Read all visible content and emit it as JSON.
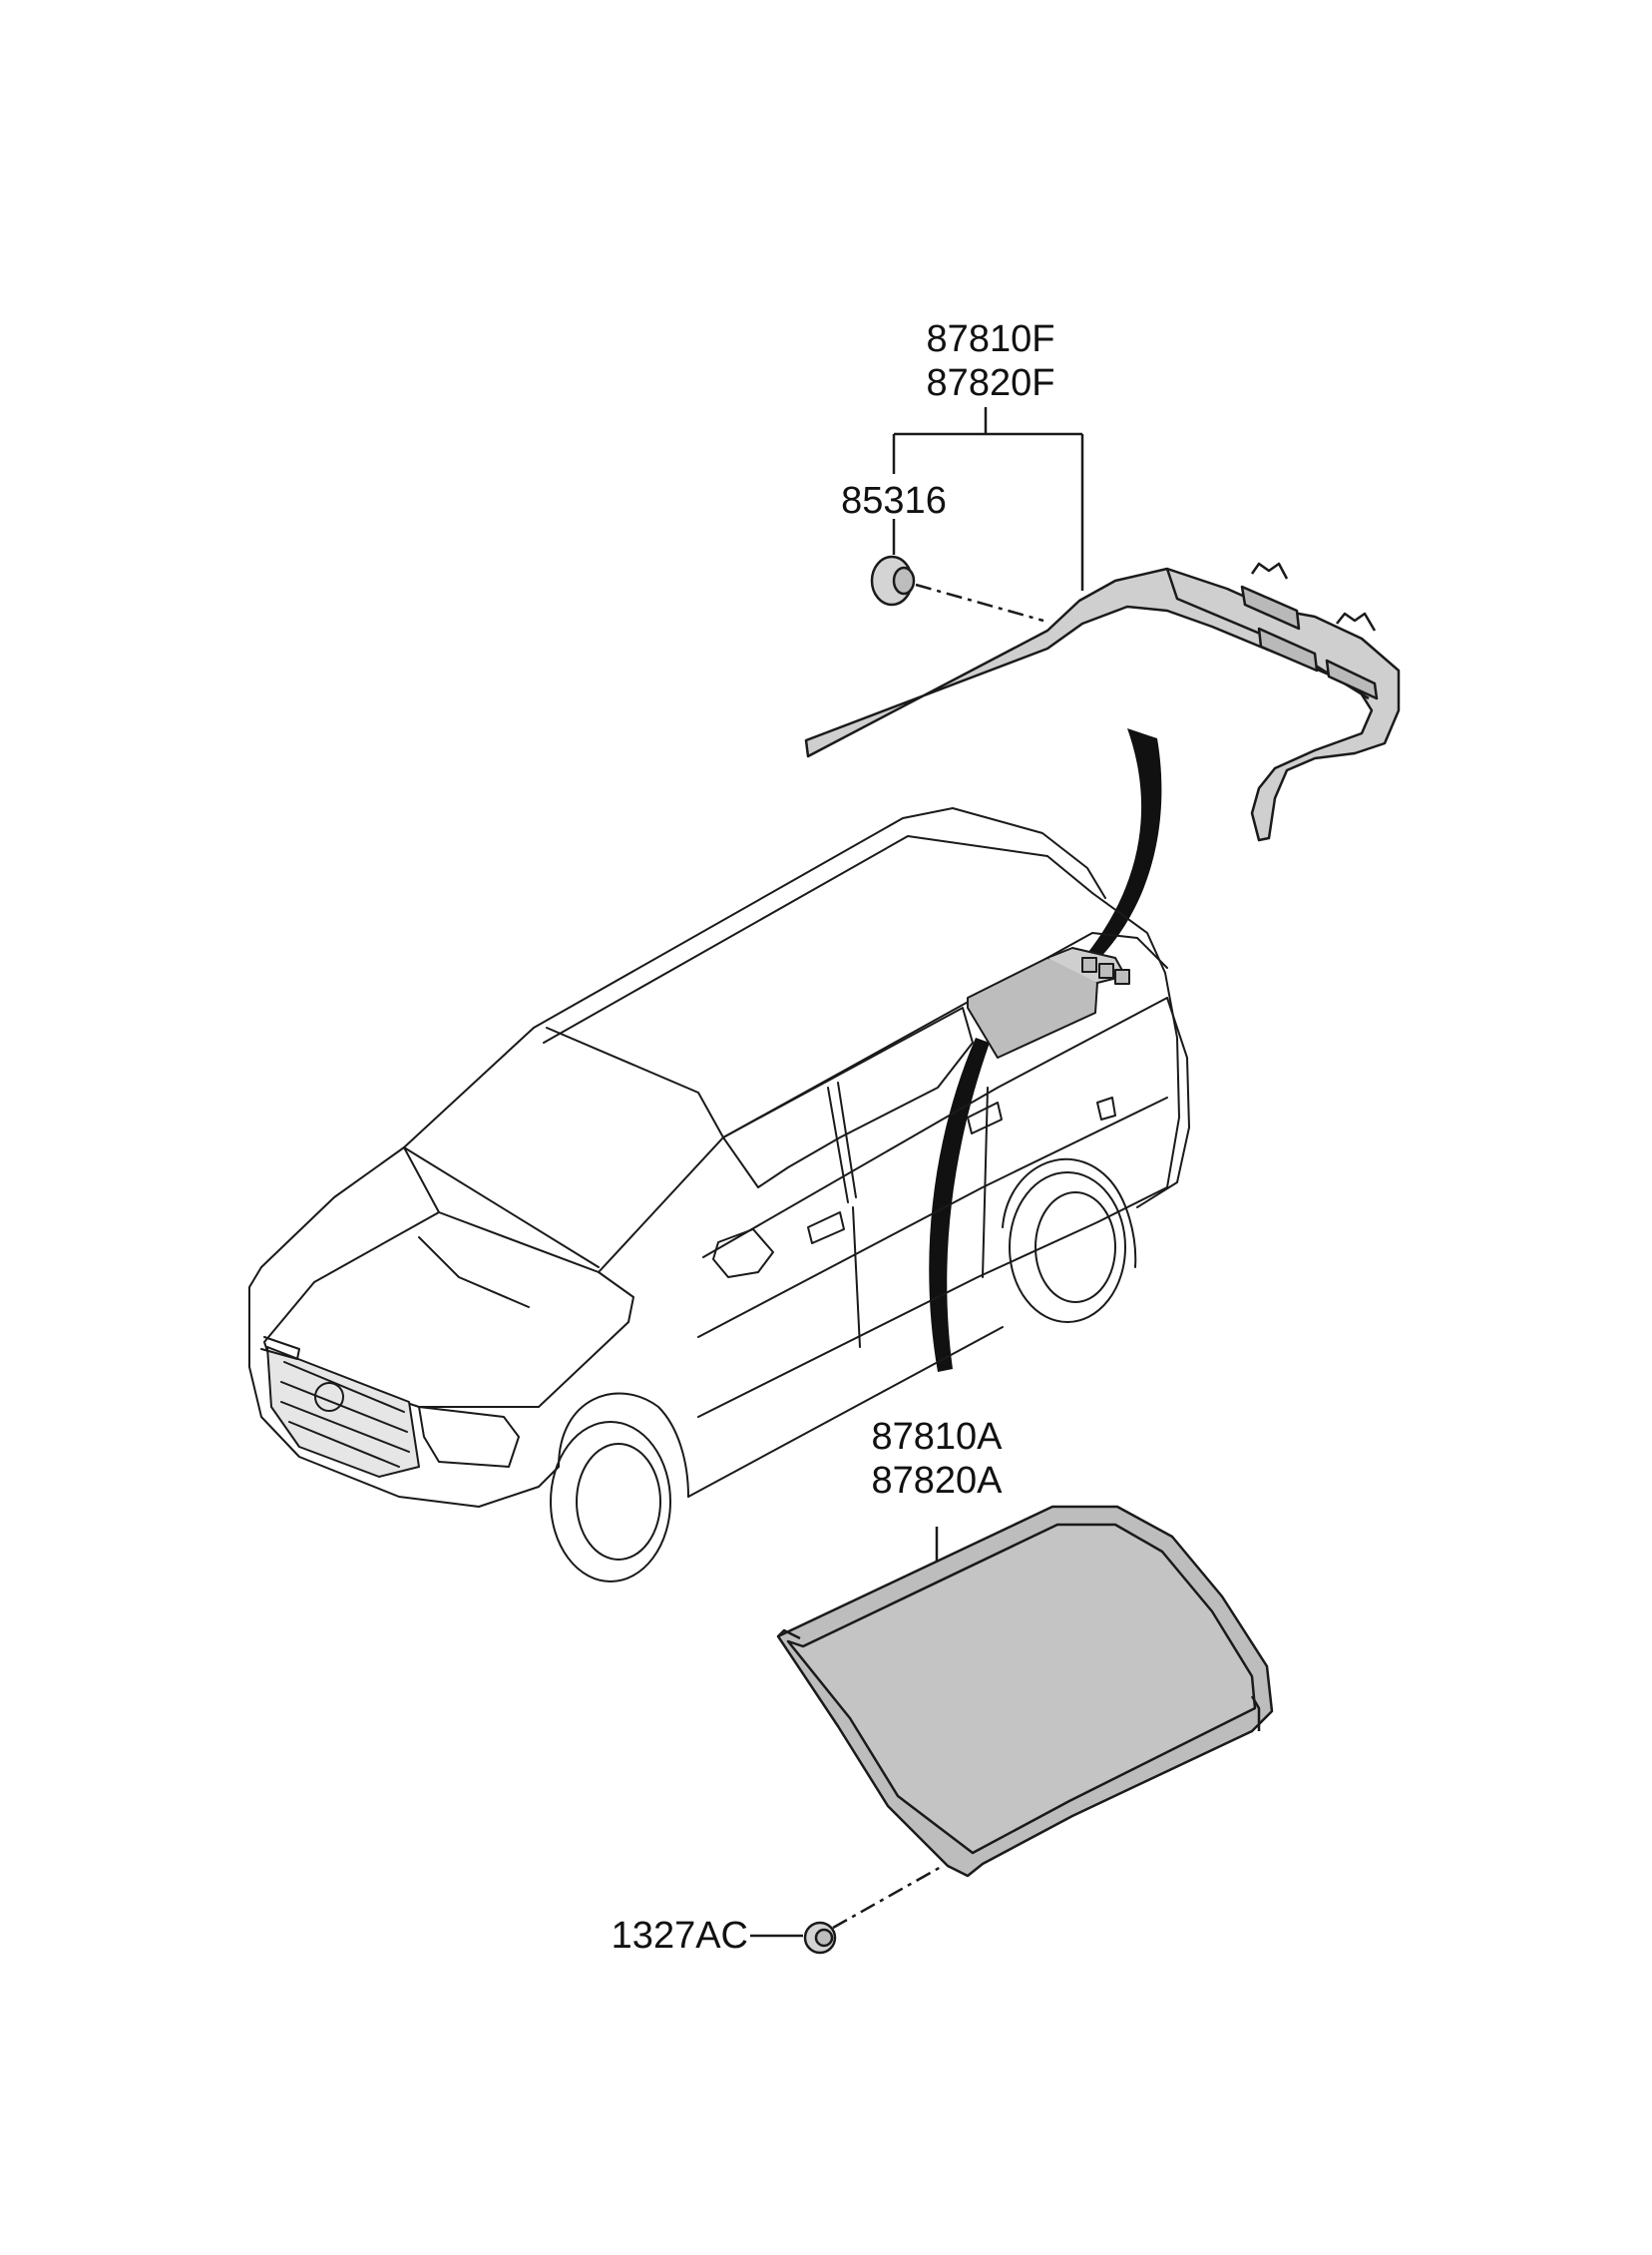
{
  "colors": {
    "line": "#1a1a1a",
    "part_fill": "#cfcfcf",
    "part_fill_dark": "#b9b9b9",
    "glass_fill": "#bdbdbd",
    "ink": "#111111"
  },
  "parts": {
    "upper_moulding": {
      "codes": [
        "87810F",
        "87820F"
      ]
    },
    "clip_upper": {
      "code": "85316"
    },
    "quarter_glass_moulding": {
      "codes": [
        "87810A",
        "87820A"
      ]
    },
    "nut_lower": {
      "code": "1327AC"
    }
  }
}
